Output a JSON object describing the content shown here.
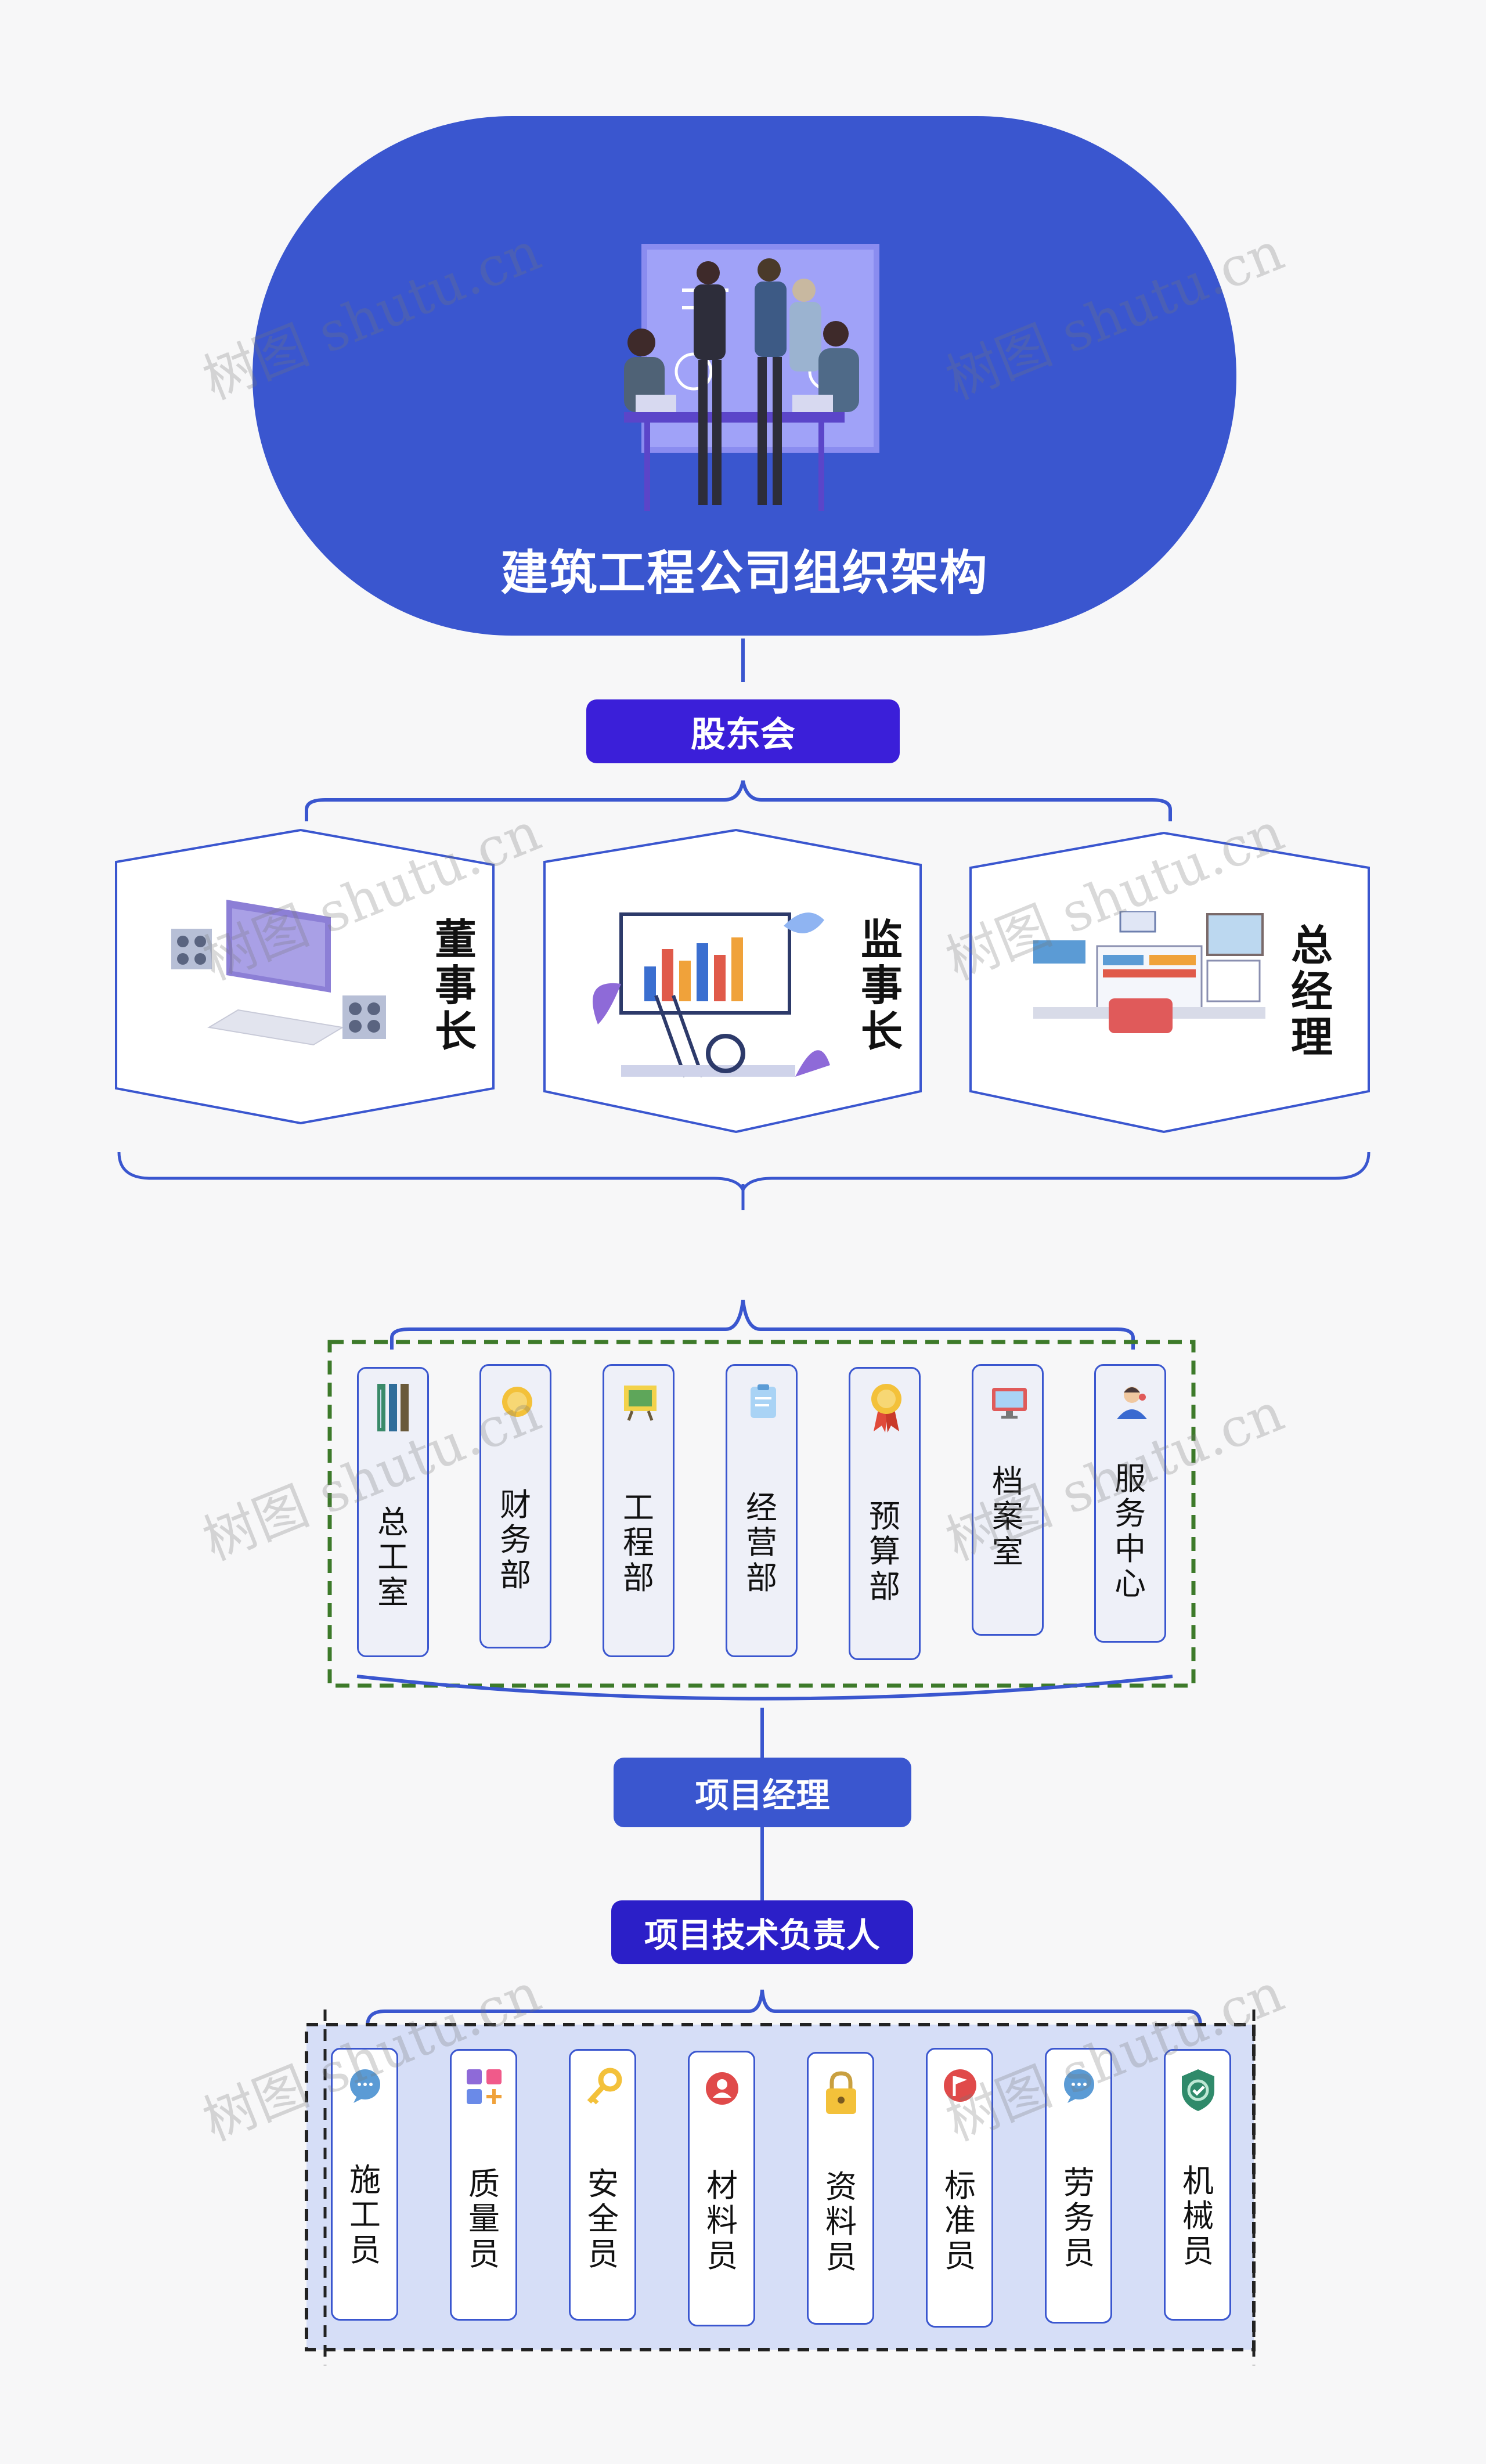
{
  "title": "建筑工程公司组织架构",
  "shareholders": "股东会",
  "executives": [
    {
      "label": "董事长",
      "art": "monitor-speakers-illustration"
    },
    {
      "label": "监事长",
      "art": "chart-board-ladder-illustration"
    },
    {
      "label": "总经理",
      "art": "office-desk-illustration"
    }
  ],
  "departments": [
    {
      "label": "总工室",
      "icon": "ruler-tools-icon"
    },
    {
      "label": "财务部",
      "icon": "gold-coin-icon"
    },
    {
      "label": "工程部",
      "icon": "construction-board-icon"
    },
    {
      "label": "经营部",
      "icon": "clipboard-icon"
    },
    {
      "label": "预算部",
      "icon": "award-ribbon-icon"
    },
    {
      "label": "档案室",
      "icon": "monitor-icon"
    },
    {
      "label": "服务中心",
      "icon": "service-person-icon"
    }
  ],
  "project_manager": "项目经理",
  "tech_lead": "项目技术负责人",
  "staff": [
    {
      "label": "施工员",
      "icon": "chat-bubble-icon"
    },
    {
      "label": "质量员",
      "icon": "grid-plus-icon"
    },
    {
      "label": "安全员",
      "icon": "key-icon"
    },
    {
      "label": "材料员",
      "icon": "user-badge-icon"
    },
    {
      "label": "资料员",
      "icon": "padlock-icon"
    },
    {
      "label": "标准员",
      "icon": "flag-badge-icon"
    },
    {
      "label": "劳务员",
      "icon": "chat-bubble-icon"
    },
    {
      "label": "机械员",
      "icon": "shield-check-icon"
    }
  ],
  "watermark": "树图 shutu.cn",
  "colors": {
    "primary": "#3a56cf",
    "accent": "#3b1fd9",
    "dept_border": "#3d7a2a"
  }
}
